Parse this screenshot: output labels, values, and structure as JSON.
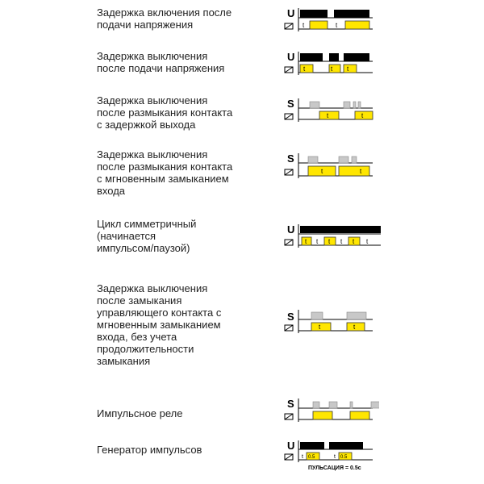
{
  "functions": [
    {
      "description": "Задержка включения после\nподачи напряжения",
      "signal": "U"
    },
    {
      "description": "Задержка выключения\nпосле подачи напряжения",
      "signal": "U"
    },
    {
      "description": "Задержка выключения\nпосле размыкания контакта\nс задержкой выхода",
      "signal": "S"
    },
    {
      "description": "Задержка выключения\nпосле размыкания контакта\nс мгновенным замыканием\nвхода",
      "signal": "S"
    },
    {
      "description": "Цикл симметричный\n(начинается\nимпульсом/паузой)",
      "signal": "U"
    },
    {
      "description": "Задержка выключения\nпосле замыкания\nуправляющего контакта с\nмгновенным замыканием\nвхода, без учета\nпродолжительности\nзамыкания",
      "signal": "S"
    },
    {
      "description": "Импульсное реле",
      "signal": "S"
    },
    {
      "description": "Генератор импульсов",
      "signal": "U"
    }
  ],
  "labels": {
    "t": "t",
    "pulse_mark": "0.5",
    "pulse_note": "ПУЛЬСАЦИЯ = 0.5с"
  },
  "colors": {
    "supply_bar": "#000000",
    "contact_bar": "#c8c8c8",
    "output_bar": "#ffe600",
    "output_border": "#333333"
  }
}
